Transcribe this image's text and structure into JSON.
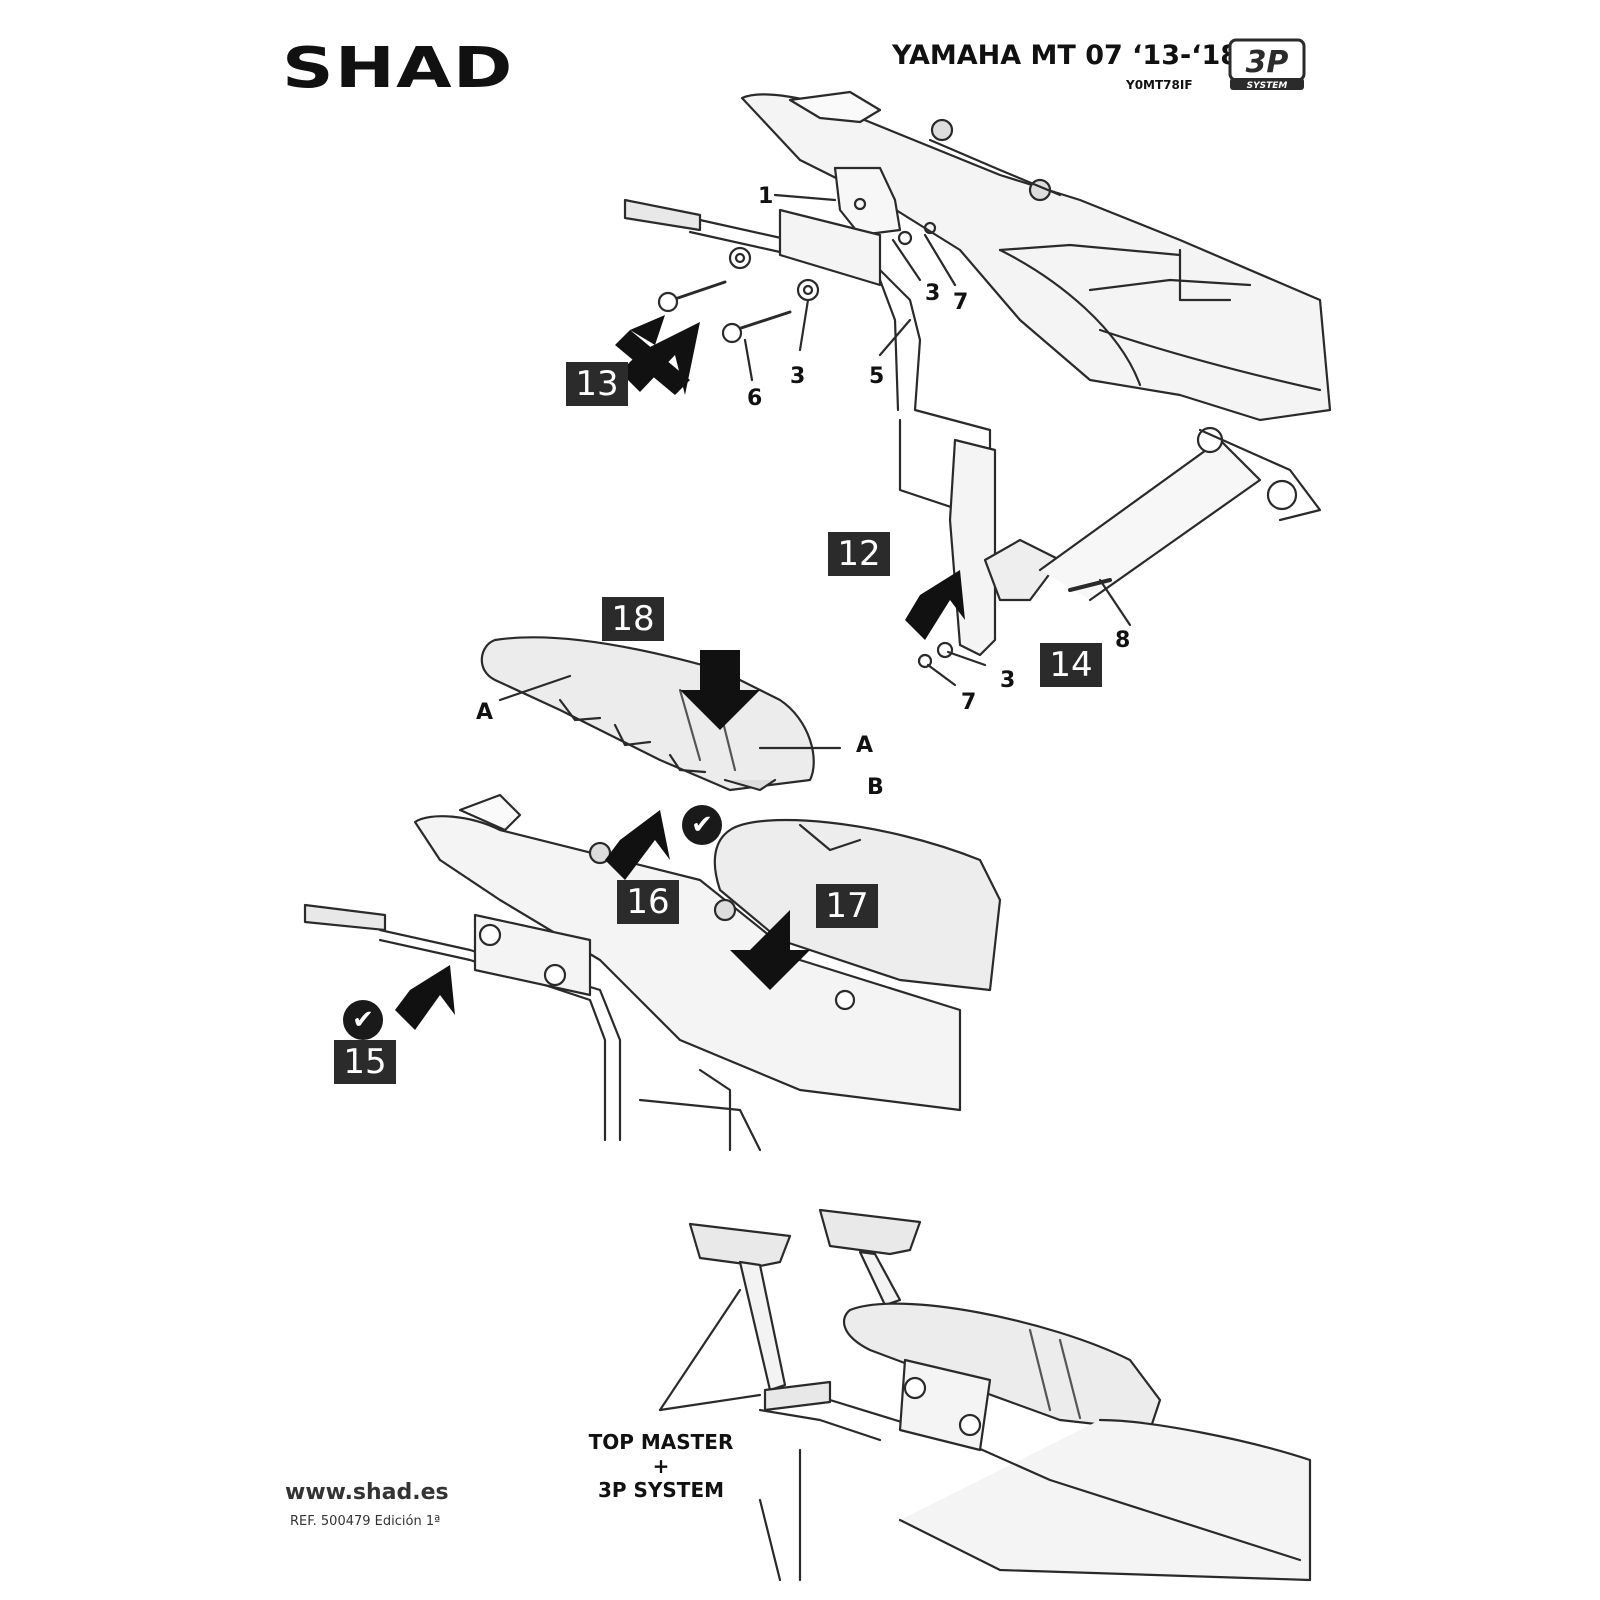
{
  "header": {
    "brand": "SHAD",
    "model_title": "YAMAHA MT 07 ‘13-‘18",
    "kit_code": "Y0MT78IF",
    "badge_main": "3P",
    "badge_sub": "SYSTEM"
  },
  "steps": [
    "13",
    "12",
    "14",
    "18",
    "16",
    "17",
    "15"
  ],
  "part_labels": {
    "p1": "1",
    "p3a": "3",
    "p7a": "7",
    "p6": "6",
    "p3b": "3",
    "p5": "5",
    "p8": "8",
    "p3c": "3",
    "p7b": "7"
  },
  "seat_labels": {
    "a1": "A",
    "a2": "A",
    "b": "B"
  },
  "check_glyph": "✔",
  "bottom_caption": {
    "line1": "TOP MASTER",
    "line2": "+",
    "line3": "3P SYSTEM"
  },
  "footer": {
    "website": "www.shad.es",
    "reference": "REF. 500479 Edición 1ª"
  },
  "colors": {
    "step_box": "#2b2b2b",
    "line_art": "#2a2a2a",
    "shade": "#e6e6e6"
  }
}
